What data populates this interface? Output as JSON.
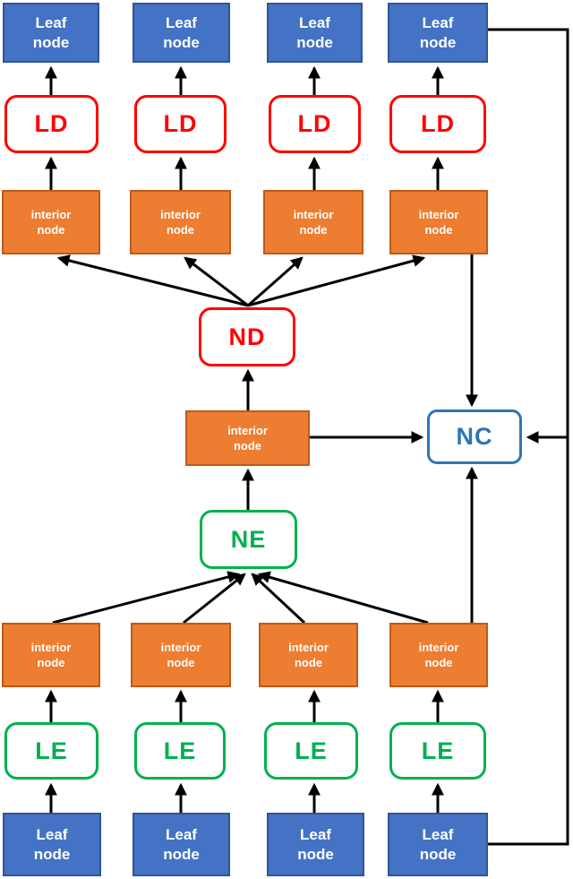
{
  "diagram": {
    "title": "hierarchical encoder-decoder tree diagram",
    "colors": {
      "background": "#FFFFFF",
      "leaf_fill": "#4472C4",
      "leaf_border": "#2F5597",
      "leaf_text": "#FFFFFF",
      "interior_fill": "#ED7D31",
      "interior_border": "#BE5B17",
      "interior_text": "#FFFFFF",
      "decoder_border": "#FF0000",
      "decoder_text": "#FF0000",
      "encoder_border": "#00B050",
      "encoder_text": "#00B050",
      "combiner_border": "#2E75B6",
      "combiner_text": "#2E75B6",
      "arrow": "#000000"
    },
    "top": {
      "leaf_nodes": [
        {
          "line1": "Leaf",
          "line2": "node"
        },
        {
          "line1": "Leaf",
          "line2": "node"
        },
        {
          "line1": "Leaf",
          "line2": "node"
        },
        {
          "line1": "Leaf",
          "line2": "node"
        }
      ],
      "ld_labels": [
        "LD",
        "LD",
        "LD",
        "LD"
      ],
      "interior_nodes": [
        {
          "line1": "interior",
          "line2": "node"
        },
        {
          "line1": "interior",
          "line2": "node"
        },
        {
          "line1": "interior",
          "line2": "node"
        },
        {
          "line1": "interior",
          "line2": "node"
        }
      ]
    },
    "middle": {
      "nd_label": "ND",
      "interior_node": {
        "line1": "interior",
        "line2": "node"
      },
      "nc_label": "NC",
      "ne_label": "NE"
    },
    "bottom": {
      "interior_nodes": [
        {
          "line1": "interior",
          "line2": "node"
        },
        {
          "line1": "interior",
          "line2": "node"
        },
        {
          "line1": "interior",
          "line2": "node"
        },
        {
          "line1": "interior",
          "line2": "node"
        }
      ],
      "le_labels": [
        "LE",
        "LE",
        "LE",
        "LE"
      ],
      "leaf_nodes": [
        {
          "line1": "Leaf",
          "line2": "node"
        },
        {
          "line1": "Leaf",
          "line2": "node"
        },
        {
          "line1": "Leaf",
          "line2": "node"
        },
        {
          "line1": "Leaf",
          "line2": "node"
        }
      ]
    }
  }
}
